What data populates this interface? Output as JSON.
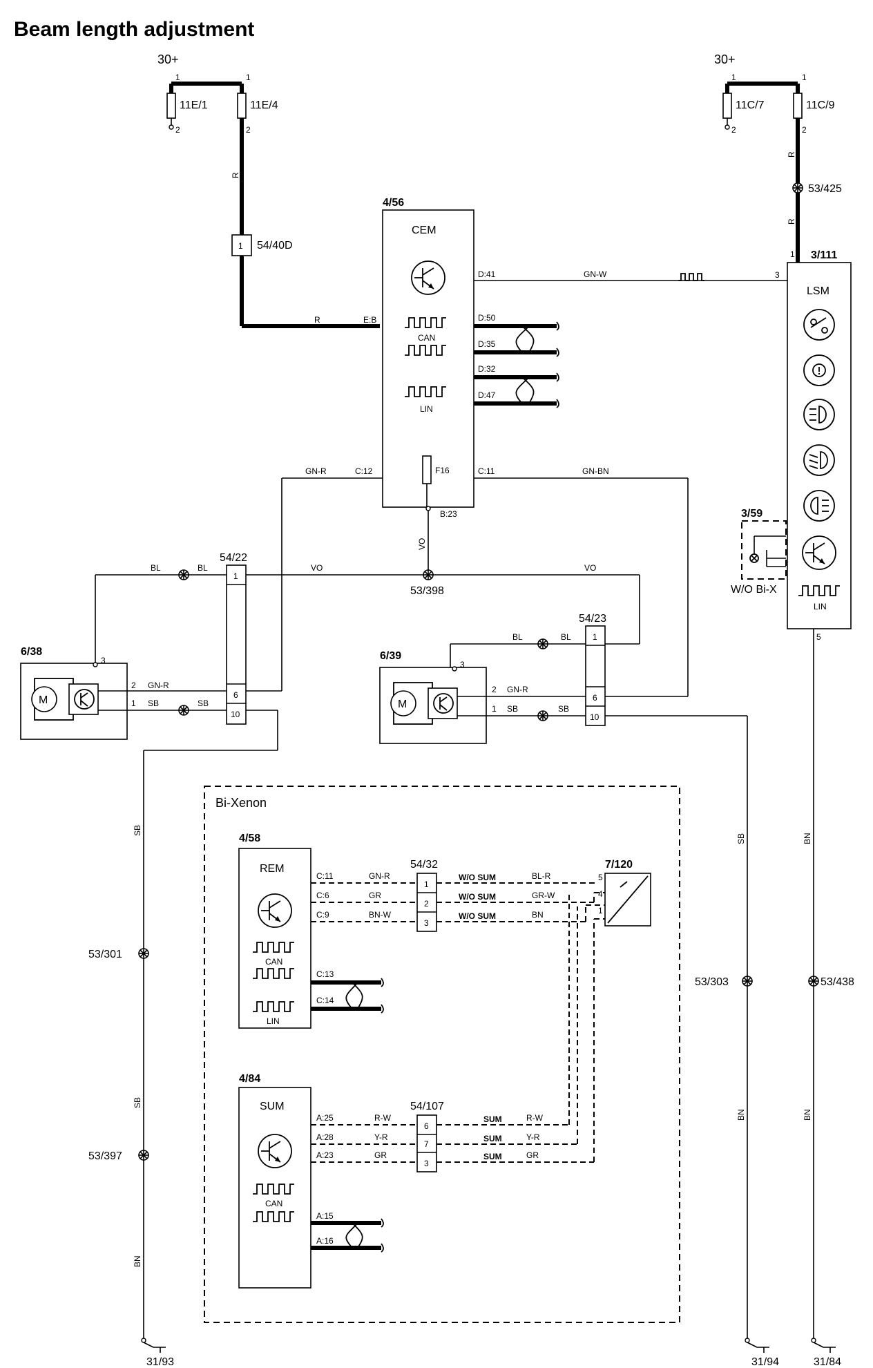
{
  "title": "Beam length adjustment",
  "supply_left": "30+",
  "supply_right": "30+",
  "fuses": {
    "f1": "11E/1",
    "f2": "11E/4",
    "f3": "11C/7",
    "f4": "11C/9"
  },
  "pins": {
    "p1": "1",
    "p2": "2"
  },
  "connectors": {
    "c5440d": "54/40D",
    "c5422": "54/22",
    "c5423": "54/23",
    "c5432": "54/32",
    "c54107": "54/107",
    "s53425": "53/425",
    "s53398": "53/398",
    "s53301": "53/301",
    "s53397": "53/397",
    "s53303": "53/303",
    "s53438": "53/438",
    "g3193": "31/93",
    "g3194": "31/94",
    "g3184": "31/84"
  },
  "cem": {
    "id": "4/56",
    "label": "CEM",
    "fuse": "F16",
    "pins": {
      "eb": "E:B",
      "d41": "D:41",
      "d50": "D:50",
      "d35": "D:35",
      "d32": "D:32",
      "d47": "D:47",
      "c12": "C:12",
      "c11": "C:11",
      "b23": "B:23"
    },
    "can": "CAN",
    "lin": "LIN"
  },
  "lsm": {
    "id": "3/111",
    "label": "LSM",
    "pin1": "1",
    "pin3": "3",
    "pin5": "5",
    "lin": "LIN"
  },
  "switch_359": {
    "id": "3/59",
    "note": "W/O Bi-X"
  },
  "motor_638": {
    "id": "6/38",
    "pins": [
      "3",
      "2",
      "1"
    ]
  },
  "motor_639": {
    "id": "6/39",
    "pins": [
      "3",
      "2",
      "1"
    ]
  },
  "c5422_pins": [
    "1",
    "6",
    "10"
  ],
  "c5423_pins": [
    "1",
    "6",
    "10"
  ],
  "bixenon": {
    "label": "Bi-Xenon",
    "rem": {
      "id": "4/58",
      "label": "REM",
      "pins": {
        "c11": "C:11",
        "c6": "C:6",
        "c9": "C:9",
        "c13": "C:13",
        "c14": "C:14"
      },
      "can": "CAN",
      "lin": "LIN"
    },
    "sum": {
      "id": "4/84",
      "label": "SUM",
      "pins": {
        "a25": "A:25",
        "a28": "A:28",
        "a23": "A:23",
        "a15": "A:15",
        "a16": "A:16"
      },
      "can": "CAN"
    },
    "sensor": {
      "id": "7/120",
      "pins": [
        "5",
        "4",
        "1"
      ]
    },
    "c5432_pins": [
      "1",
      "2",
      "3"
    ],
    "c54107_pins": [
      "6",
      "7",
      "3"
    ],
    "wo_sum": "W/O SUM",
    "sum_word": "SUM"
  },
  "wire_colors": {
    "r": "R",
    "gnw": "GN-W",
    "gnr": "GN-R",
    "gnbn": "GN-BN",
    "vo": "VO",
    "bl": "BL",
    "sb": "SB",
    "bn": "BN",
    "gr": "GR",
    "bnw": "BN-W",
    "blr": "BL-R",
    "grw": "GR-W",
    "rw": "R-W",
    "yr": "Y-R"
  }
}
